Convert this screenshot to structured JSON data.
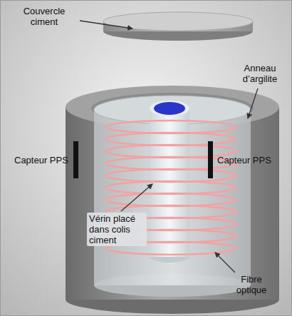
{
  "diagram": {
    "labels": [
      "Couvercle ciment",
      "Anneau d’argilite",
      "Capteur PPS",
      "Capteur PPS",
      "Vérin placé dans colis ciment",
      "Fibre optique"
    ]
  }
}
